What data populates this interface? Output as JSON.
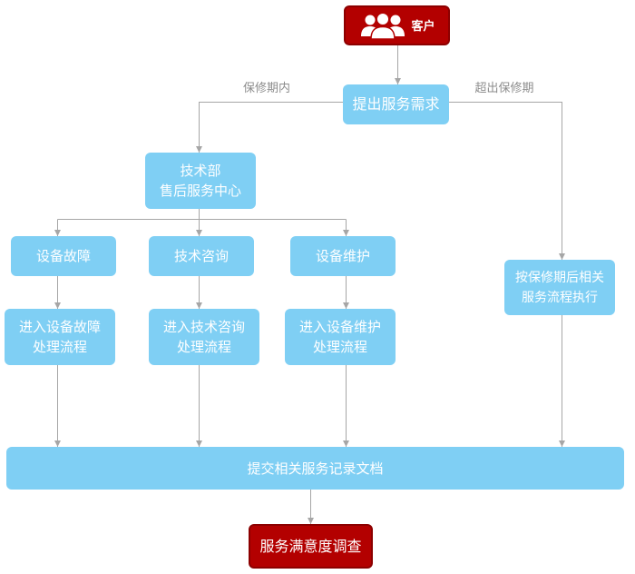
{
  "customer": {
    "label": "客户",
    "icon": "people-icon"
  },
  "request": {
    "label": "提出服务需求"
  },
  "edge_labels": {
    "in_warranty": "保修期内",
    "out_of_warranty": "超出保修期"
  },
  "tech_dept": {
    "lines": [
      "技术部",
      "售后服务中心"
    ]
  },
  "categories": [
    {
      "label": "设备故障",
      "process": [
        "进入设备故障",
        "处理流程"
      ]
    },
    {
      "label": "技术咨询",
      "process": [
        "进入技术咨询",
        "处理流程"
      ]
    },
    {
      "label": "设备维护",
      "process": [
        "进入设备维护",
        "处理流程"
      ]
    }
  ],
  "out_of_warranty_process": {
    "lines": [
      "按保修期后相关",
      "服务流程执行"
    ]
  },
  "records": {
    "label": "提交相关服务记录文档"
  },
  "survey": {
    "label": "服务满意度调查"
  },
  "colors": {
    "node_fill": "#7fcff4",
    "node_text": "#ffffff",
    "terminal_fill": "#b30000",
    "terminal_border": "#8c0000",
    "connector": "#a6a6a6",
    "label_text": "#8c8c8c"
  }
}
